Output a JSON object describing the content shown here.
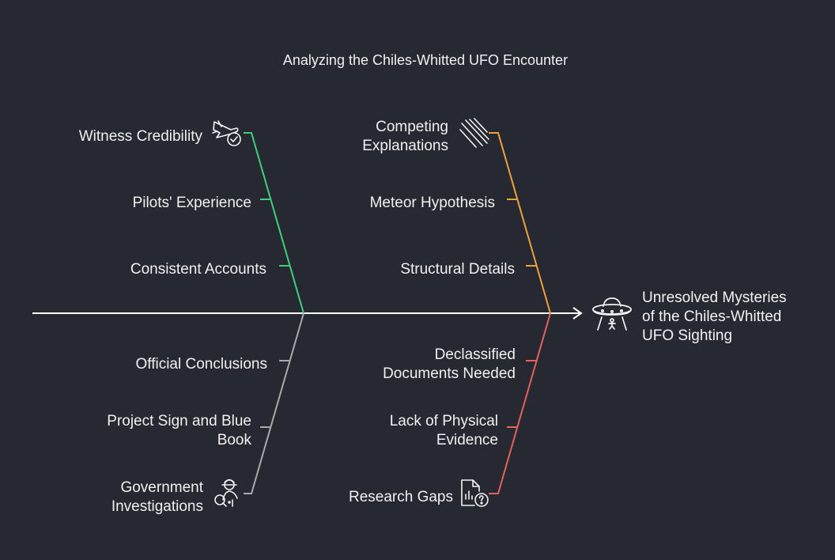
{
  "title": "Analyzing the Chiles-Whitted UFO Encounter",
  "effect": {
    "line1": "Unresolved Mysteries",
    "line2": "of the Chiles-Whitted",
    "line3": "UFO Sighting",
    "icon": "ufo-icon"
  },
  "categories": {
    "witness": {
      "color": "#3ecf7a",
      "head_icon": "airplane-check-icon",
      "head": "Witness Credibility",
      "causes": [
        "Pilots' Experience",
        "Consistent Accounts"
      ]
    },
    "explanations": {
      "color": "#f0a03a",
      "head_icon": "meteor-streaks-icon",
      "head_line1": "Competing",
      "head_line2": "Explanations",
      "causes": [
        "Meteor Hypothesis",
        "Structural Details"
      ]
    },
    "government": {
      "color": "#a9a9a9",
      "head_icon": "investigator-magnifier-icon",
      "head_line1": "Government",
      "head_line2": "Investigations",
      "cause1": "Official Conclusions",
      "cause2_line1": "Project Sign and Blue",
      "cause2_line2": "Book"
    },
    "research": {
      "color": "#e5625a",
      "head_icon": "document-question-icon",
      "head": "Research Gaps",
      "cause1_line1": "Declassified",
      "cause1_line2": "Documents Needed",
      "cause2_line1": "Lack of Physical",
      "cause2_line2": "Evidence"
    }
  }
}
